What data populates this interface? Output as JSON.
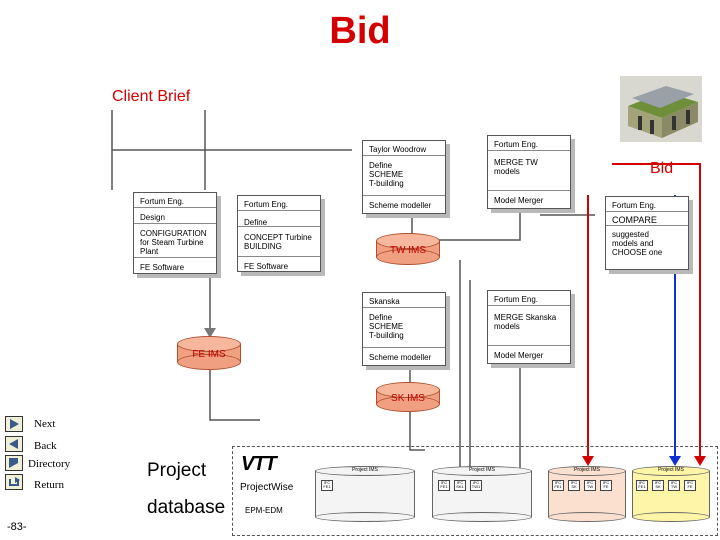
{
  "title": "Bid",
  "client_brief": "Client Brief",
  "bid_label": "Bid",
  "taylor_box": {
    "header": "Taylor Woodrow",
    "define": "Define\nSCHEME\nT-building",
    "modeller": "Scheme modeller"
  },
  "fortum_tw_box": {
    "header": "Fortum Eng.",
    "merge": "MERGE TW\nmodels",
    "merger": "Model Merger"
  },
  "fe_left_box": {
    "header": "Fortum Eng.",
    "design": "Design",
    "config": "CONFIGURATION\nfor Steam Turbine\nPlant",
    "software": "FE Software"
  },
  "fe_mid_box": {
    "header": "Fortum Eng.",
    "define": "Define",
    "concept": "CONCEPT Turbine\nBUILDING",
    "software": "FE Software"
  },
  "fe_right_box": {
    "header": "Fortum Eng.",
    "compare": "COMPARE",
    "suggested": "suggested\nmodels and\nCHOOSE one"
  },
  "skanska_box": {
    "header": "Skanska",
    "define": "Define\nSCHEME\nT-building",
    "modeller": "Scheme modeller"
  },
  "fortum_sk_box": {
    "header": "Fortum Eng.",
    "merge": "MERGE Skanska\nmodels",
    "merger": "Model Merger"
  },
  "tw_ims": "TW IMS",
  "fe_ims": "FE IMS",
  "sk_ims": "SK IMS",
  "nav": {
    "next": "Next",
    "back": "Back",
    "directory": "Directory",
    "return": "Return"
  },
  "page_number": "-83-",
  "project_label": "Project",
  "database_label": "database",
  "vtt_logo": "VTT",
  "project_wise": "ProjectWise",
  "epm_edm": "EPM-EDM",
  "mini_dbs": [
    {
      "title": "Project IMS",
      "chips": [
        "IFC\nFE1"
      ]
    },
    {
      "title": "Project IMS",
      "chips": [
        "IFC\nFE1",
        "IFC\nSK1",
        "IFC\nTW1"
      ]
    },
    {
      "title": "Project IMS",
      "chips": [
        "IFC\nFE1",
        "IFC\nSK",
        "IFC\nTW",
        "IFC\nFE"
      ]
    },
    {
      "title": "Project IMS",
      "chips": [
        "IFC\nFE1",
        "IFC\nSK",
        "IFC\nTW",
        "IFC\nFE"
      ]
    }
  ],
  "colors": {
    "red": "#d40000",
    "db_fill": "#f0a080",
    "arrow_blue": "#1030d0"
  }
}
